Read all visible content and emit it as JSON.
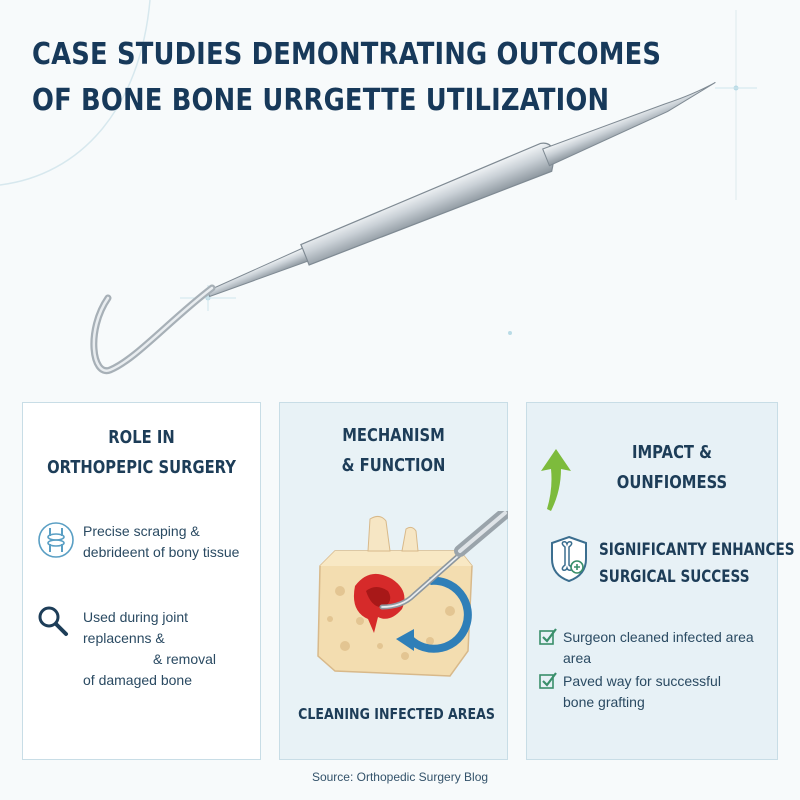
{
  "title": {
    "line1": "CASE STUDIES DEMONTRATING OUTCOMES",
    "line2": "OF BONE BONE URRGETTE UTILIZATION"
  },
  "colors": {
    "title": "#17395a",
    "panel_border": "#c8dde6",
    "accent_blue": "#2f7fb8",
    "check_green": "#3a8f6b",
    "arrow_green": "#7dbb3c",
    "bone_red": "#d62a2a"
  },
  "panels": {
    "role": {
      "heading_line1": "ROLE IN",
      "heading_line2": "ORTHOPEPIC SURGERY",
      "item1_icon": "joint-icon",
      "item1_line1": "Precise scraping &",
      "item1_line2": "debrideent of bony tissue",
      "item2_icon": "magnifier-icon",
      "item2_line1": "Used during joint",
      "item2_line2": "replacenns &",
      "item2_line3": "& removal",
      "item2_line4": "of damaged bone"
    },
    "mechanism": {
      "heading_line1": "MECHANISM",
      "heading_line2": "& FUNCTION",
      "illustration": "bone-scraping-illustration",
      "caption": "CLEANING INFECTED AREAS"
    },
    "impact": {
      "heading_line1": "IMPACT &",
      "heading_line2": "OUNFIOMESS",
      "arrow_icon": "up-arrow-icon",
      "badge_icon": "bone-shield-icon",
      "enhance_line1": "SIGNIFICANTY ENHANCES",
      "enhance_line2": "SURGICAL SUCCESS",
      "check1_line1": "Surgeon cleaned infected area",
      "check1_line2": "area",
      "check2_line1": "Paved way for successful",
      "check2_line2": "bone grafting"
    }
  },
  "source": "Source: Orthopedic Surgery Blog"
}
